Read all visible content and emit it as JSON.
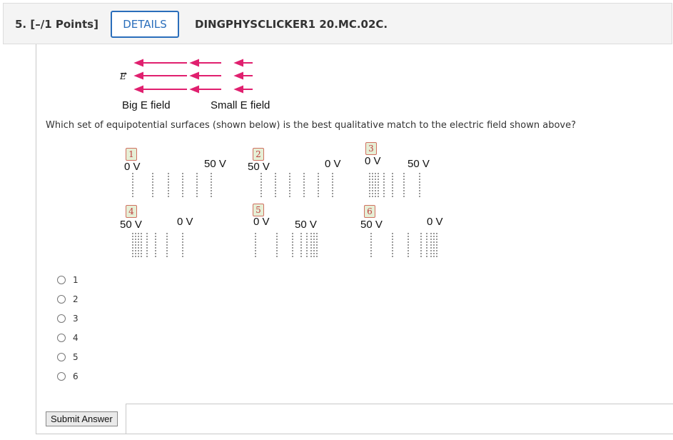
{
  "header": {
    "question_number": "5.",
    "points": "[–/1 Points]",
    "details_label": "DETAILS",
    "question_id": "DINGPHYSCLICKER1 20.MC.02C."
  },
  "figure": {
    "e_symbol": "E",
    "big_label": "Big E field",
    "small_label": "Small E field",
    "arrow_color": "#e0206f"
  },
  "question_text": "Which set of equipotential surfaces (shown below) is the best qualitative match to the electric field shown above?",
  "options": [
    {
      "badge": "1",
      "left_voltage": "0 V",
      "right_voltage": "50 V"
    },
    {
      "badge": "2",
      "left_voltage": "50 V",
      "right_voltage": "0 V"
    },
    {
      "badge": "3",
      "left_voltage": "0 V",
      "right_voltage": "50 V"
    },
    {
      "badge": "4",
      "left_voltage": "50 V",
      "right_voltage": "0 V"
    },
    {
      "badge": "5",
      "left_voltage": "0 V",
      "right_voltage": "50 V"
    },
    {
      "badge": "6",
      "left_voltage": "50 V",
      "right_voltage": "0 V"
    }
  ],
  "choices": [
    "1",
    "2",
    "3",
    "4",
    "5",
    "6"
  ],
  "submit_label": "Submit Answer"
}
